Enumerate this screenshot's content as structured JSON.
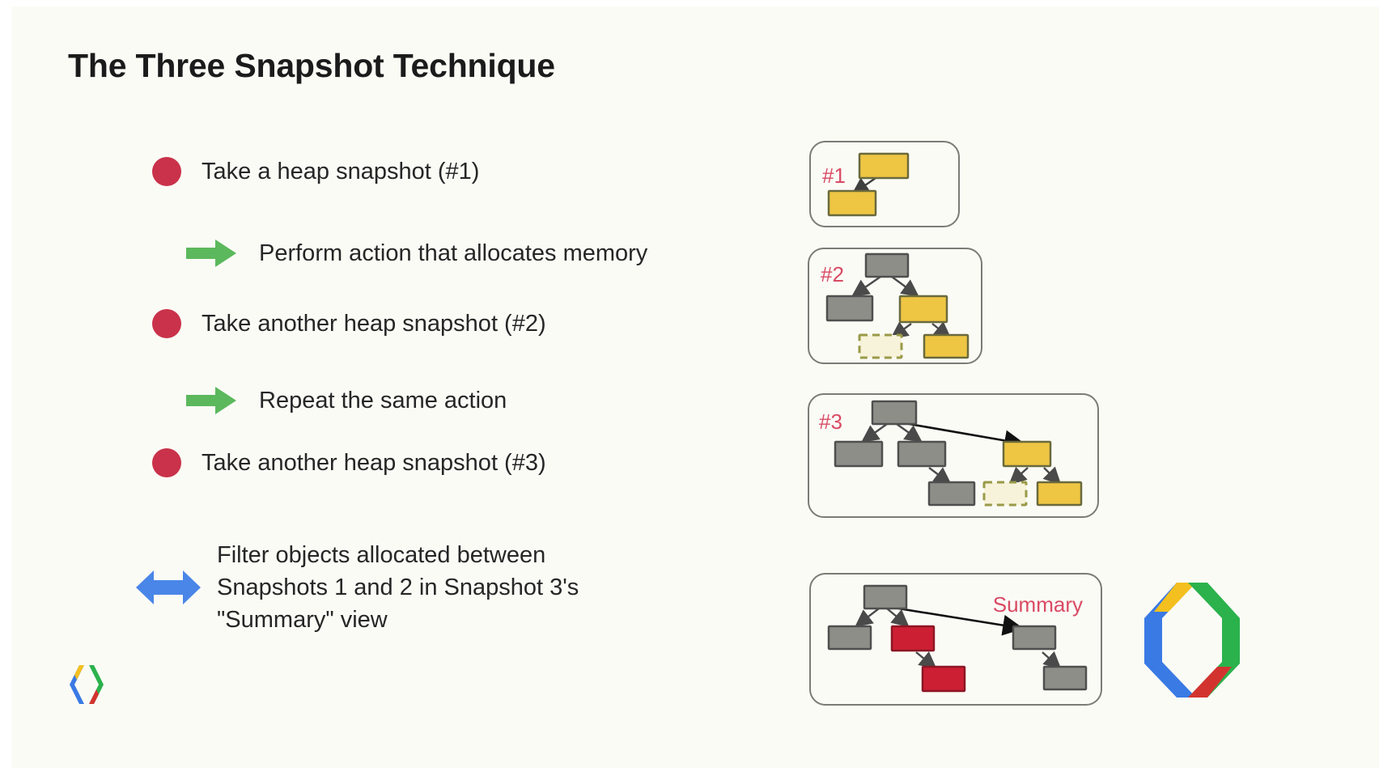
{
  "slide": {
    "title": "The Three Snapshot Technique",
    "background_color": "#fbfbf6",
    "bullet_color": "#c9324a",
    "green_arrow_color": "#5cb85c",
    "blue_arrow_color": "#4a86e8",
    "steps": [
      {
        "type": "bullet",
        "label": "Take a heap snapshot (#1)"
      },
      {
        "type": "arrow",
        "label": "Perform action that allocates memory"
      },
      {
        "type": "bullet",
        "label": "Take another heap snapshot (#2)"
      },
      {
        "type": "arrow",
        "label": "Repeat the same action"
      },
      {
        "type": "bullet",
        "label": "Take another heap snapshot (#3)"
      }
    ],
    "filter_note": "Filter objects allocated between\nSnapshots 1 and 2 in Snapshot 3's\n\"Summary\" view"
  },
  "diagram": {
    "label_color": "#d94a63",
    "box_colors": {
      "gray": "#8e8e88",
      "yellow": "#eec644",
      "red": "#cc1f34",
      "dashed_pale": "#f7f3da"
    },
    "panels": [
      {
        "id": "snapshot-1",
        "label": "#1",
        "nodes": [
          {
            "name": "root",
            "color": "yellow"
          },
          {
            "name": "child",
            "color": "yellow"
          }
        ]
      },
      {
        "id": "snapshot-2",
        "label": "#2",
        "nodes": [
          {
            "name": "root",
            "color": "gray"
          },
          {
            "name": "left-child",
            "color": "gray"
          },
          {
            "name": "right-child",
            "color": "yellow"
          },
          {
            "name": "new-object-dashed",
            "color": "dashed_pale"
          },
          {
            "name": "new-object",
            "color": "yellow"
          }
        ]
      },
      {
        "id": "snapshot-3",
        "label": "#3",
        "nodes": [
          {
            "name": "root",
            "color": "gray"
          },
          {
            "name": "left-child",
            "color": "gray"
          },
          {
            "name": "mid-child",
            "color": "gray"
          },
          {
            "name": "far-right-child",
            "color": "yellow"
          },
          {
            "name": "leaf-gray",
            "color": "gray"
          },
          {
            "name": "leaf-dashed",
            "color": "dashed_pale"
          },
          {
            "name": "leaf-yellow",
            "color": "yellow"
          }
        ]
      },
      {
        "id": "summary",
        "label": "Summary",
        "nodes": [
          {
            "name": "root",
            "color": "gray"
          },
          {
            "name": "left-child",
            "color": "gray"
          },
          {
            "name": "mid-child",
            "color": "red"
          },
          {
            "name": "right-child",
            "color": "gray"
          },
          {
            "name": "leaf-red",
            "color": "red"
          },
          {
            "name": "leaf-gray",
            "color": "gray"
          }
        ]
      }
    ]
  },
  "branding": {
    "logo_name": "google-developers-logo",
    "colors": [
      "#f4c020",
      "#3a7ae4",
      "#2bb24c",
      "#d3332f"
    ]
  }
}
